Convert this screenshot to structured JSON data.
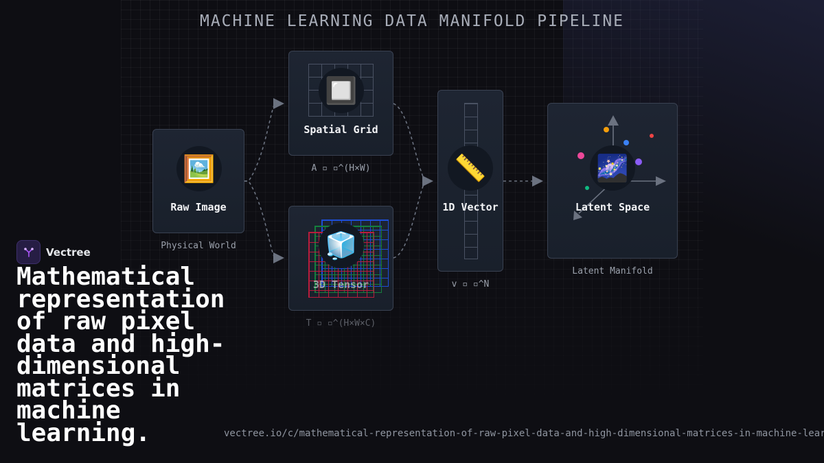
{
  "title": "MACHINE LEARNING DATA MANIFOLD PIPELINE",
  "nodes": {
    "raw_image": {
      "label": "Raw Image",
      "caption": "Physical World",
      "icon": "framed-picture-icon",
      "glyph": "🖼️"
    },
    "spatial_grid": {
      "label": "Spatial Grid",
      "caption": "A ▫ ▫^(H×W)",
      "icon": "white-square-icon",
      "glyph": "🔲"
    },
    "tensor": {
      "label": "3D Tensor",
      "caption": "T ▫ ▫^(H×W×C)",
      "icon": "ice-cube-icon",
      "glyph": "🧊"
    },
    "vector": {
      "label": "1D Vector",
      "caption": "v ▫ ▫^N",
      "icon": "ruler-icon",
      "glyph": "📏"
    },
    "latent": {
      "label": "Latent Space",
      "caption": "Latent Manifold",
      "icon": "milky-way-icon",
      "glyph": "🌌"
    }
  },
  "colors": {
    "connector": "#6b7280",
    "point_pink": "#ec4899",
    "point_orange": "#f59e0b",
    "point_blue": "#3b82f6",
    "point_purple": "#8b5cf6",
    "point_red": "#ef4444",
    "point_green": "#10b981",
    "tensor_red": "#b91c3c",
    "tensor_green": "#15803d",
    "tensor_blue": "#1d4ed8"
  },
  "brand": {
    "name": "Vectree",
    "logo_icon": "vectree-tree-icon"
  },
  "headline": "Mathematical representation of raw pixel data and high-dimensional matrices in machine learning.",
  "url": "vectree.io/c/mathematical-representation-of-raw-pixel-data-and-high-dimensional-matrices-in-machine-learning"
}
